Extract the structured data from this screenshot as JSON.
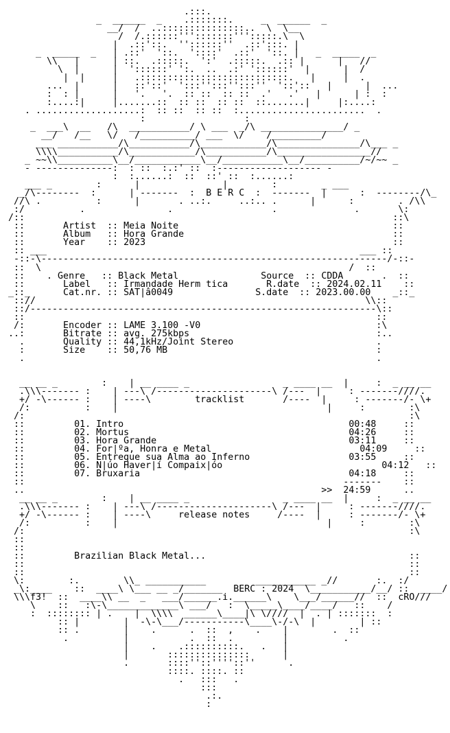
{
  "nfo_lines": [
    "",
    "                                 .:::.",
    "                 _  ______  _    .:::::::.     _  ______  _",
    "                   __/  /  ..:::::::::::::::..  \\  \\__",
    "                     /  /.::::::''':::::::''':::::.\\  \\",
    "                    |  .::'::.  ''::::::''  .::':::. |",
    "      _  _____  _   | .::'  '::.  '::::'  .::'  '::. |   _  _____  _",
    "        \\\\   |      | ::.  .:::::.  ':'  .:::::.  .:: |      |   //",
    "          \\  |      |  '::::::' ':.  ..  .:' '::::::'  |      |  /",
    "           |  |     |   .:::::::::::::::::::::::::::.   |     |  .",
    "        ...  |      |   ::'::'  ':::'':::'':::''  '::'::   |      |  ...",
    "        :  : |      |   '.   '.  :: ::  :: ::  .'   .'   |      | :  :",
    "        :....:|     |.......::  :: ::  :: ::  ::.......|     |:....:",
    "    . ...................:  :: ::  :: ::  :.......................  .",
    "                         :                  :",
    "     _  ___\\  __   /\\  ___________/ \\ ___  _/\\ _______________/ _",
    "       __/   /__   \\/   /__________/ ___  \\/    /_________/",
    "      ___ ___________/\\___________/\\____________/\\_______________/\\___ _",
    "      \\\\\\\\___________/\\____________/\\___________/\\_________________//",
    "    _ ~~\\\\__________\\__/____________\\__/___________\\__/__________/~/~~ _",
    "    - --------------:  : ::  :.:' ::  :------------------- -",
    "                    :  :......:  ::  ::' ::  :......:",
    "    ___ _        :      |               |        :        _ ___",
    "   _/\\--------  :      | -------  :  B E R C  :  -------  |      :  --------/\\_",
    "  //\\ .          :      |       . ..:.     ..:.. .      |      :        . /\\\\",
    "  :/          .               .                  .              .       \\:",
    " /::                                                                   ::\\",
    "  ::       Artist  :: Meia Noite                                       ::",
    "  ::       Album   :: Hora Grande                                      ::",
    "  ::       Year    :: 2023                                             ::",
    "  :: ___                                                         ___ ::",
    "  -::-\\---------------------------------------------------------------/-::-",
    "  ::  \\                                                        /  ::",
    "  ::    . Genre   :: Black Metal               Source  :: CDDA       .  ::",
    "  ::       Label   :: Irmandade Herm tica       R.date  :: 2024.02.11    ::",
    " _::_      Cat.nr. :: SAT|â0049               S.date  :: 2023.00.00    _::_",
    "  :://                                                            \\\\::",
    "  ::/---------------------------------------------------------------\\::",
    "  ::                                                                ::",
    "  /:       Encoder :: LAME 3.100 -V0                                :\\",
    " ..:       Bitrate :: avg. 275kbps                                  :..",
    "   .       Quality :: 44,1kHz/Joint Stereo                          .",
    "   :       Size    :: 50,76 MB                                      :",
    "   .                                                                .",
    "",
    "",
    "   __ __ _        :    | __ ____ _                 _ ____ __  |     :  _ __ __",
    "   .\\\\\\------- :    | ---\\ /---------------------\\ /---  |     : -------////.",
    "   +/ -\\------ :    | ----\\        tracklist       /----  |     : -------/- \\+",
    "   /:          :    |                                      |     :        :\\",
    "  /:                                                                      :\\",
    "  ::         01. Intro                                         00:48     ::",
    "  ::         02. Mortus                                        04:26     ::",
    "  ::         03. Hora Grande                                   03:11     ::",
    "  ::         04. For|ºa, Honra e Metal                           04:09     ::",
    "  ::         05. Entregue sua Alma ao Inferno                  03:55     ::",
    "  ::         06. N|úo Haver|í Compaix|óo                             04:12   ::",
    "  ::         07. Bruxaria                                      04:18     ::",
    "  ::                                                          -------    ::",
    "  ..                                                      >>  24:59      ..",
    "   __ __ _        :    | __ ____ _                 _ ____ __  |     :  _ __ __",
    "   .\\\\\\------- :    | ---\\ /---------------------\\ /---  |     : -------////.",
    "   +/ -\\------ :    | ----\\     release notes     /----  |     : -------/- \\+",
    "   /:          :    |                                      |     :        :\\",
    "  /:                                                                      :\\",
    "  ::",
    "  ::",
    "  ::         Brazilian Black Metal...                                     ::",
    "  ::                                                                      ::",
    "  ::                                                                      ::",
    "  \\:        :.        \\\\_ ___________         ___________ _//       :.  :/",
    "  _\\:____    ::  ____\\ \\___ __ _/_______  BERC : 2024  \\___________/__/ ::  ____/:_",
    "  \\\\\\f3!  ::  ____\\\\ __  _   ___/______.i.______\\    \\___/______//  ::  cRO///",
    "     \\    ::   :\\-\\_____________\\ ___/   :  \\_____\\____/____/   ::    /",
    "     :  :::::::: | .    |  \\\\\\\\  ______\\____|\\ \\////  |  . | :::::::  :",
    "          :: |        |  -\\-\\___/-----------\\____\\-/-\\  |        | ::",
    "          :: .        |    .      .  ::  ,    .    |        .  ::",
    "           .          |           .  ::  .         |          .",
    "                      |    .    .::::::::::.   .   |",
    "                      |       :::::::::::::::      |",
    "                      .       ::::''::''''::''      .",
    "                              ::::. ::::. ::",
    "                                .   :::   .",
    "                                    :::",
    "                                     .:.",
    "                                     :"
  ]
}
